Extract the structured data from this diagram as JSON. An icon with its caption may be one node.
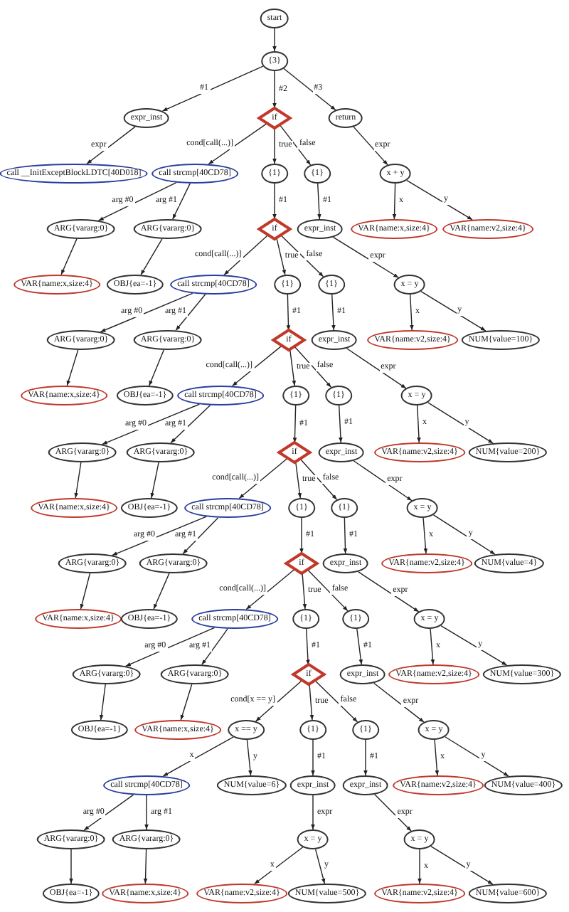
{
  "diagram": {
    "nodes": [
      {
        "text": [
          "start"
        ]
      },
      {
        "text": [
          "{3}"
        ]
      },
      {
        "text": [
          "expr_inst"
        ]
      },
      {
        "text": [
          "if"
        ]
      },
      {
        "text": [
          "return"
        ]
      },
      {
        "text": [
          "call __InitExceptBlockLDTC[40D018]"
        ]
      },
      {
        "text": [
          "call strcmp[40CD78]"
        ]
      },
      {
        "text": [
          "{1}"
        ]
      },
      {
        "text": [
          "{1}"
        ]
      },
      {
        "text": [
          "x + y"
        ]
      },
      {
        "text": [
          "ARG{vararg:0}"
        ]
      },
      {
        "text": [
          "ARG{vararg:0}"
        ]
      },
      {
        "text": [
          "if"
        ]
      },
      {
        "text": [
          "expr_inst"
        ]
      },
      {
        "text": [
          "VAR{name:x,size:4}"
        ]
      },
      {
        "text": [
          "VAR{name:v2,size:4}"
        ]
      },
      {
        "text": [
          "VAR{name:x,size:4}"
        ]
      },
      {
        "text": [
          "OBJ{ea=-1}"
        ]
      },
      {
        "text": [
          "call strcmp[40CD78]"
        ]
      },
      {
        "text": [
          "{1}"
        ]
      },
      {
        "text": [
          "{1}"
        ]
      },
      {
        "text": [
          "x = y"
        ]
      },
      {
        "text": [
          "ARG{vararg:0}"
        ]
      },
      {
        "text": [
          "ARG{vararg:0}"
        ]
      },
      {
        "text": [
          "if"
        ]
      },
      {
        "text": [
          "expr_inst"
        ]
      },
      {
        "text": [
          "VAR{name:v2,size:4}"
        ]
      },
      {
        "text": [
          "NUM{value=100}"
        ]
      },
      {
        "text": [
          "VAR{name:x,size:4}"
        ]
      },
      {
        "text": [
          "OBJ{ea=-1}"
        ]
      },
      {
        "text": [
          "call strcmp[40CD78]"
        ]
      },
      {
        "text": [
          "{1}"
        ]
      },
      {
        "text": [
          "{1}"
        ]
      },
      {
        "text": [
          "x = y"
        ]
      },
      {
        "text": [
          "ARG{vararg:0}"
        ]
      },
      {
        "text": [
          "ARG{vararg:0}"
        ]
      },
      {
        "text": [
          "if"
        ]
      },
      {
        "text": [
          "expr_inst"
        ]
      },
      {
        "text": [
          "VAR{name:v2,size:4}"
        ]
      },
      {
        "text": [
          "NUM{value=200}"
        ]
      },
      {
        "text": [
          "VAR{name:x,size:4}"
        ]
      },
      {
        "text": [
          "OBJ{ea=-1}"
        ]
      },
      {
        "text": [
          "call strcmp[40CD78]"
        ]
      },
      {
        "text": [
          "{1}"
        ]
      },
      {
        "text": [
          "{1}"
        ]
      },
      {
        "text": [
          "x = y"
        ]
      },
      {
        "text": [
          "ARG{vararg:0}"
        ]
      },
      {
        "text": [
          "ARG{vararg:0}"
        ]
      },
      {
        "text": [
          "if"
        ]
      },
      {
        "text": [
          "expr_inst"
        ]
      },
      {
        "text": [
          "VAR{name:v2,size:4}"
        ]
      },
      {
        "text": [
          "NUM{value=4}"
        ]
      },
      {
        "text": [
          "VAR{name:x,size:4}"
        ]
      },
      {
        "text": [
          "OBJ{ea=-1}"
        ]
      },
      {
        "text": [
          "call strcmp[40CD78]"
        ]
      },
      {
        "text": [
          "{1}"
        ]
      },
      {
        "text": [
          "{1}"
        ]
      },
      {
        "text": [
          "x = y"
        ]
      },
      {
        "text": [
          "ARG{vararg:0}"
        ]
      },
      {
        "text": [
          "ARG{vararg:0}"
        ]
      },
      {
        "text": [
          "if"
        ]
      },
      {
        "text": [
          "expr_inst"
        ]
      },
      {
        "text": [
          "VAR{name:v2,size:4}"
        ]
      },
      {
        "text": [
          "NUM{value=300}"
        ]
      },
      {
        "text": [
          "OBJ{ea=-1}"
        ]
      },
      {
        "text": [
          "VAR{name:x,size:4}"
        ]
      },
      {
        "text": [
          "x == y"
        ]
      },
      {
        "text": [
          "{1}"
        ]
      },
      {
        "text": [
          "{1}"
        ]
      },
      {
        "text": [
          "x = y"
        ]
      },
      {
        "text": [
          "call strcmp[40CD78]"
        ]
      },
      {
        "text": [
          "NUM{value=6}"
        ]
      },
      {
        "text": [
          "expr_inst"
        ]
      },
      {
        "text": [
          "expr_inst"
        ]
      },
      {
        "text": [
          "VAR{name:v2,size:4}"
        ]
      },
      {
        "text": [
          "NUM{value=400}"
        ]
      },
      {
        "text": [
          "ARG{vararg:0}"
        ]
      },
      {
        "text": [
          "ARG{vararg:0}"
        ]
      },
      {
        "text": [
          "x = y"
        ]
      },
      {
        "text": [
          "x = y"
        ]
      },
      {
        "text": [
          "OBJ{ea=-1}"
        ]
      },
      {
        "text": [
          "VAR{name:x,size:4}"
        ]
      },
      {
        "text": [
          "VAR{name:v2,size:4}"
        ]
      },
      {
        "text": [
          "NUM{value=500}"
        ]
      },
      {
        "text": [
          "VAR{name:v2,size:4}"
        ]
      },
      {
        "text": [
          "NUM{value=600}"
        ]
      }
    ],
    "edges": [
      {
        "from": 0,
        "to": 1,
        "arrow": "to"
      },
      {
        "from": 1,
        "to": 2,
        "arrow": "to",
        "label": "#1"
      },
      {
        "from": 1,
        "to": 3,
        "arrow": "to",
        "label": "#2"
      },
      {
        "from": 1,
        "to": 4,
        "arrow": "to",
        "label": "#3"
      },
      {
        "from": 2,
        "to": 5,
        "arrow": "to",
        "label": "expr"
      },
      {
        "from": 3,
        "to": 6,
        "arrow": "to",
        "label": "cond[call(...)]"
      },
      {
        "from": 3,
        "to": 7,
        "arrow": "to",
        "label": "true"
      },
      {
        "from": 3,
        "to": 8,
        "arrow": "to",
        "label": "false"
      },
      {
        "from": 4,
        "to": 9,
        "arrow": "to",
        "label": "expr"
      },
      {
        "from": 6,
        "to": 10,
        "arrow": "to",
        "label": "arg #0"
      },
      {
        "from": 6,
        "to": 11,
        "arrow": "to",
        "label": "arg #1"
      },
      {
        "from": 7,
        "to": 12,
        "arrow": "to",
        "label": "#1"
      },
      {
        "from": 8,
        "to": 13,
        "arrow": "to",
        "label": "#1"
      },
      {
        "from": 9,
        "to": 14,
        "arrow": "to",
        "label": "x"
      },
      {
        "from": 9,
        "to": 15,
        "arrow": "to",
        "label": "y"
      },
      {
        "from": 10,
        "to": 16,
        "arrow": "to"
      },
      {
        "from": 11,
        "to": 17,
        "arrow": "to"
      },
      {
        "from": 12,
        "to": 18,
        "arrow": "to",
        "label": "cond[call(...)]"
      },
      {
        "from": 12,
        "to": 19,
        "arrow": "to",
        "label": "true"
      },
      {
        "from": 12,
        "to": 20,
        "arrow": "to",
        "label": "false"
      },
      {
        "from": 13,
        "to": 21,
        "arrow": "to",
        "label": "expr"
      },
      {
        "from": 18,
        "to": 22,
        "arrow": "to",
        "label": "arg #0"
      },
      {
        "from": 18,
        "to": 23,
        "arrow": "to",
        "label": "arg #1"
      },
      {
        "from": 19,
        "to": 24,
        "arrow": "to",
        "label": "#1"
      },
      {
        "from": 20,
        "to": 25,
        "arrow": "to",
        "label": "#1"
      },
      {
        "from": 21,
        "to": 26,
        "arrow": "to",
        "label": "x"
      },
      {
        "from": 21,
        "to": 27,
        "arrow": "to",
        "label": "y"
      },
      {
        "from": 22,
        "to": 28,
        "arrow": "to"
      },
      {
        "from": 23,
        "to": 29,
        "arrow": "to"
      },
      {
        "from": 24,
        "to": 30,
        "arrow": "to",
        "label": "cond[call(...)]"
      },
      {
        "from": 24,
        "to": 31,
        "arrow": "to",
        "label": "true"
      },
      {
        "from": 24,
        "to": 32,
        "arrow": "to",
        "label": "false"
      },
      {
        "from": 25,
        "to": 33,
        "arrow": "to",
        "label": "expr"
      },
      {
        "from": 30,
        "to": 34,
        "arrow": "to",
        "label": "arg #0"
      },
      {
        "from": 30,
        "to": 35,
        "arrow": "to",
        "label": "arg #1"
      },
      {
        "from": 31,
        "to": 36,
        "arrow": "to",
        "label": "#1"
      },
      {
        "from": 32,
        "to": 37,
        "arrow": "to",
        "label": "#1"
      },
      {
        "from": 33,
        "to": 38,
        "arrow": "to",
        "label": "x"
      },
      {
        "from": 33,
        "to": 39,
        "arrow": "to",
        "label": "y"
      },
      {
        "from": 34,
        "to": 40,
        "arrow": "to"
      },
      {
        "from": 35,
        "to": 41,
        "arrow": "to"
      },
      {
        "from": 36,
        "to": 42,
        "arrow": "to",
        "label": "cond[call(...)]"
      },
      {
        "from": 36,
        "to": 43,
        "arrow": "to",
        "label": "true"
      },
      {
        "from": 36,
        "to": 44,
        "arrow": "to",
        "label": "false"
      },
      {
        "from": 37,
        "to": 45,
        "arrow": "to",
        "label": "expr"
      },
      {
        "from": 42,
        "to": 46,
        "arrow": "to",
        "label": "arg #0"
      },
      {
        "from": 42,
        "to": 47,
        "arrow": "to",
        "label": "arg #1"
      },
      {
        "from": 43,
        "to": 48,
        "arrow": "to",
        "label": "#1"
      },
      {
        "from": 44,
        "to": 49,
        "arrow": "to",
        "label": "#1"
      },
      {
        "from": 45,
        "to": 50,
        "arrow": "to",
        "label": "x"
      },
      {
        "from": 45,
        "to": 51,
        "arrow": "to",
        "label": "y"
      },
      {
        "from": 46,
        "to": 52,
        "arrow": "to"
      },
      {
        "from": 47,
        "to": 53,
        "arrow": "to"
      },
      {
        "from": 48,
        "to": 54,
        "arrow": "to",
        "label": "cond[call(...)]"
      },
      {
        "from": 48,
        "to": 55,
        "arrow": "to",
        "label": "true"
      },
      {
        "from": 48,
        "to": 56,
        "arrow": "to",
        "label": "false"
      },
      {
        "from": 49,
        "to": 57,
        "arrow": "to",
        "label": "expr"
      },
      {
        "from": 54,
        "to": 58,
        "arrow": "to",
        "label": "arg #0"
      },
      {
        "from": 54,
        "to": 59,
        "arrow": "to",
        "label": "arg #1"
      },
      {
        "from": 55,
        "to": 60,
        "arrow": "to",
        "label": "#1"
      },
      {
        "from": 56,
        "to": 61,
        "arrow": "to",
        "label": "#1"
      },
      {
        "from": 57,
        "to": 62,
        "arrow": "to",
        "label": "x"
      },
      {
        "from": 57,
        "to": 63,
        "arrow": "to",
        "label": "y"
      },
      {
        "from": 58,
        "to": 64,
        "arrow": "to"
      },
      {
        "from": 59,
        "to": 65,
        "arrow": "to"
      },
      {
        "from": 60,
        "to": 66,
        "arrow": "to",
        "label": "cond[x == y]"
      },
      {
        "from": 60,
        "to": 67,
        "arrow": "to",
        "label": "true"
      },
      {
        "from": 60,
        "to": 68,
        "arrow": "to",
        "label": "false"
      },
      {
        "from": 61,
        "to": 69,
        "arrow": "to",
        "label": "expr"
      },
      {
        "from": 66,
        "to": 70,
        "arrow": "to",
        "label": "x"
      },
      {
        "from": 66,
        "to": 71,
        "arrow": "to",
        "label": "y"
      },
      {
        "from": 67,
        "to": 72,
        "arrow": "to",
        "label": "#1"
      },
      {
        "from": 68,
        "to": 73,
        "arrow": "to",
        "label": "#1"
      },
      {
        "from": 69,
        "to": 74,
        "arrow": "to",
        "label": "x"
      },
      {
        "from": 69,
        "to": 75,
        "arrow": "to",
        "label": "y"
      },
      {
        "from": 70,
        "to": 76,
        "arrow": "to",
        "label": "arg #0"
      },
      {
        "from": 70,
        "to": 77,
        "arrow": "to",
        "label": "arg #1"
      },
      {
        "from": 72,
        "to": 78,
        "arrow": "to",
        "label": "expr"
      },
      {
        "from": 73,
        "to": 79,
        "arrow": "to",
        "label": "expr"
      },
      {
        "from": 76,
        "to": 80,
        "arrow": "to"
      },
      {
        "from": 77,
        "to": 81,
        "arrow": "to"
      },
      {
        "from": 78,
        "to": 82,
        "arrow": "to",
        "label": "x"
      },
      {
        "from": 78,
        "to": 83,
        "arrow": "to",
        "label": "y"
      },
      {
        "from": 79,
        "to": 84,
        "arrow": "to",
        "label": "x"
      },
      {
        "from": 79,
        "to": 85,
        "arrow": "to",
        "label": "y"
      }
    ]
  }
}
